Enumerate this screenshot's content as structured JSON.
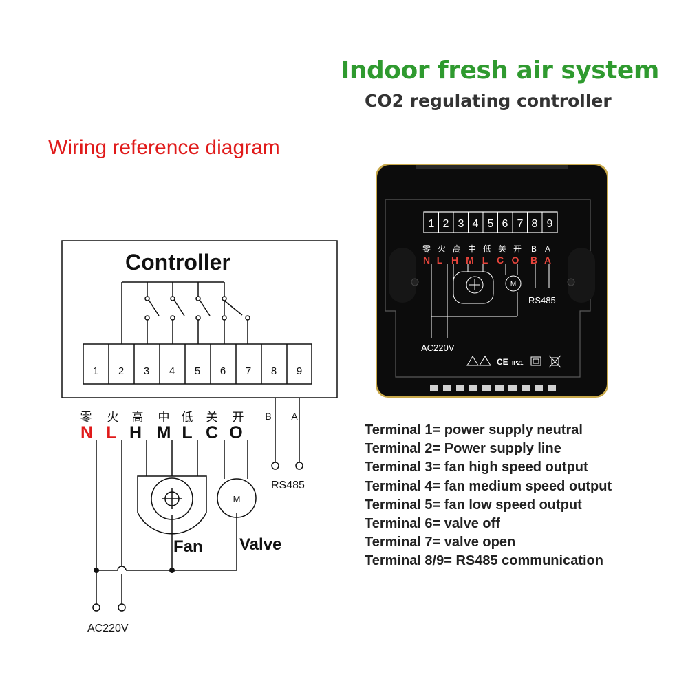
{
  "header": {
    "title": "Indoor fresh air system",
    "subtitle": "CO2 regulating controller"
  },
  "diagram": {
    "title": "Wiring reference diagram",
    "controller_label": "Controller",
    "terminals": [
      "1",
      "2",
      "3",
      "4",
      "5",
      "6",
      "7",
      "8",
      "9"
    ],
    "chinese_labels": [
      "零",
      "火",
      "高",
      "中",
      "低",
      "关",
      "开",
      "B",
      "A"
    ],
    "letter_labels": [
      "N",
      "L",
      "H",
      "M",
      "L",
      "C",
      "O"
    ],
    "fan_label": "Fan",
    "valve_label": "Valve",
    "motor_symbol": "M",
    "rs485_label": "RS485",
    "power_label": "AC220V"
  },
  "device": {
    "terminals": [
      "1",
      "2",
      "3",
      "4",
      "5",
      "6",
      "7",
      "8",
      "9"
    ],
    "chinese_labels": [
      "零",
      "火",
      "高",
      "中",
      "低",
      "关",
      "开",
      "B",
      "A"
    ],
    "letter_labels": [
      "N",
      "L",
      "H",
      "M",
      "L",
      "C",
      "O",
      "B",
      "A"
    ],
    "rs485_label": "RS485",
    "power_label": "AC220V",
    "motor_symbol": "M",
    "ip_rating": "IP21",
    "ce_mark": "CE"
  },
  "legend": [
    "Terminal 1= power supply neutral",
    "Terminal 2= Power supply line",
    "Terminal 3= fan high speed output",
    "Terminal 4= fan medium speed output",
    "Terminal 5= fan low speed output",
    "Terminal 6= valve off",
    "Terminal 7= valve open",
    "Terminal 8/9= RS485 communication"
  ],
  "colors": {
    "title_green": "#2f9a2f",
    "wiring_title_red": "#e01a1a",
    "accent_red": "#e01a1a",
    "device_body": "#0c0c0c",
    "gold_frame": "#c8a84a"
  }
}
